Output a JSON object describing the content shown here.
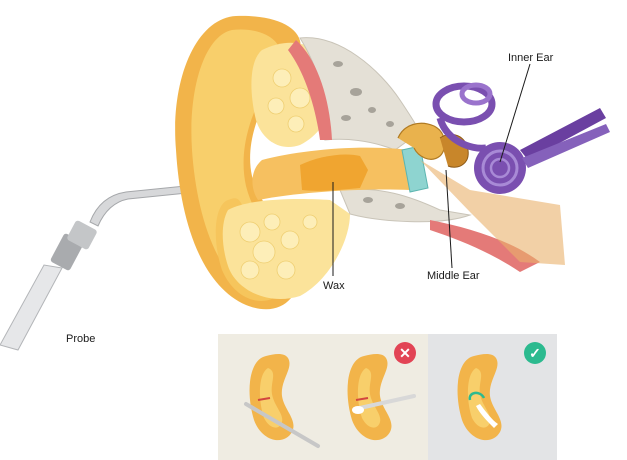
{
  "labels": {
    "inner_ear": "Inner Ear",
    "middle_ear": "Middle Ear",
    "wax": "Wax",
    "probe": "Probe"
  },
  "badges": {
    "wrong_symbol": "✕",
    "right_symbol": "✓"
  },
  "colors": {
    "skin": "#f2b44a",
    "skin_light": "#f8cf6b",
    "bone": "#e4e0d6",
    "wax": "#f0a530",
    "inner_ear": "#7a4fb0",
    "tissue": "#e47a78",
    "eardrum": "#8ed4d0",
    "wrong": "#e24455",
    "right": "#2cba8f"
  }
}
